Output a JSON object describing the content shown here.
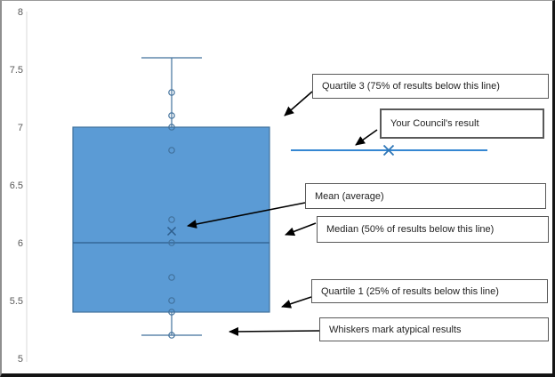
{
  "chart_data": {
    "type": "boxplot",
    "ylim": [
      5,
      8
    ],
    "yticks": [
      8,
      7.5,
      7,
      6.5,
      6,
      5.5,
      5
    ],
    "grid": false,
    "legend_position": "none",
    "series_stats": {
      "whisker_high": 7.6,
      "q3": 7,
      "mean": 6.1,
      "median": 6,
      "q1": 5.4,
      "whisker_low": 5.2
    },
    "data_points": [
      7.3,
      7.1,
      7,
      6.8,
      6.2,
      6,
      5.7,
      5.5,
      5.4,
      5.2
    ],
    "council_result": 6.8
  },
  "annotations": {
    "q3": "Quartile 3 (75% of results below this line)",
    "council": "Your Council's result",
    "mean": "Mean (average)",
    "median": "Median (50% of results below this line)",
    "q1": "Quartile 1 (25% of results below this line)",
    "whiskers": "Whiskers mark atypical results"
  },
  "colors": {
    "box_fill": "#5B9BD5",
    "box_border": "#41719C",
    "median_line": "#2E5E8C",
    "mean_marker": "#2E5E8C",
    "council_line": "#3587D2",
    "council_marker": "#2E75B6",
    "axis_line": "#D9D9D9",
    "tick_label": "#595959",
    "annotation_border": "#595959",
    "arrow": "#000000"
  }
}
